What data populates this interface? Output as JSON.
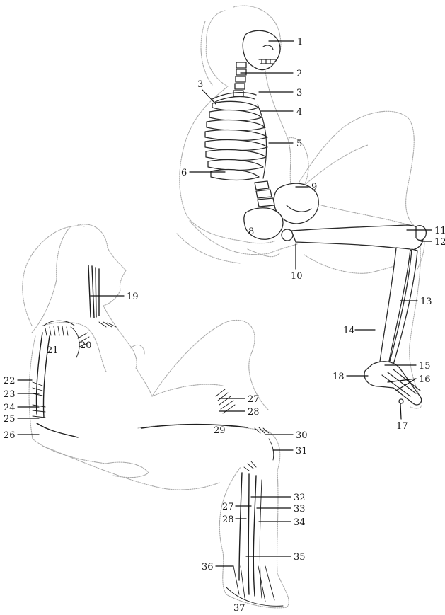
{
  "figure": {
    "skeleton_labels": [
      {
        "n": "1"
      },
      {
        "n": "2"
      },
      {
        "n": "3"
      },
      {
        "n": "3"
      },
      {
        "n": "4"
      },
      {
        "n": "5"
      },
      {
        "n": "6"
      },
      {
        "n": "8"
      },
      {
        "n": "9"
      },
      {
        "n": "10"
      },
      {
        "n": "11"
      },
      {
        "n": "12"
      },
      {
        "n": "13"
      },
      {
        "n": "14"
      },
      {
        "n": "15"
      },
      {
        "n": "16"
      },
      {
        "n": "17"
      },
      {
        "n": "18"
      }
    ],
    "muscle_labels": [
      {
        "n": "19"
      },
      {
        "n": "20"
      },
      {
        "n": "21"
      },
      {
        "n": "22"
      },
      {
        "n": "23"
      },
      {
        "n": "24"
      },
      {
        "n": "25"
      },
      {
        "n": "26"
      },
      {
        "n": "27"
      },
      {
        "n": "28"
      },
      {
        "n": "29"
      },
      {
        "n": "30"
      },
      {
        "n": "31"
      },
      {
        "n": "32"
      },
      {
        "n": "27"
      },
      {
        "n": "33"
      },
      {
        "n": "28"
      },
      {
        "n": "34"
      },
      {
        "n": "35"
      },
      {
        "n": "36"
      },
      {
        "n": "37"
      }
    ]
  },
  "colors": {
    "ink": "#1a1a1a",
    "outline": "#a9a9a9",
    "paper": "#ffffff"
  }
}
